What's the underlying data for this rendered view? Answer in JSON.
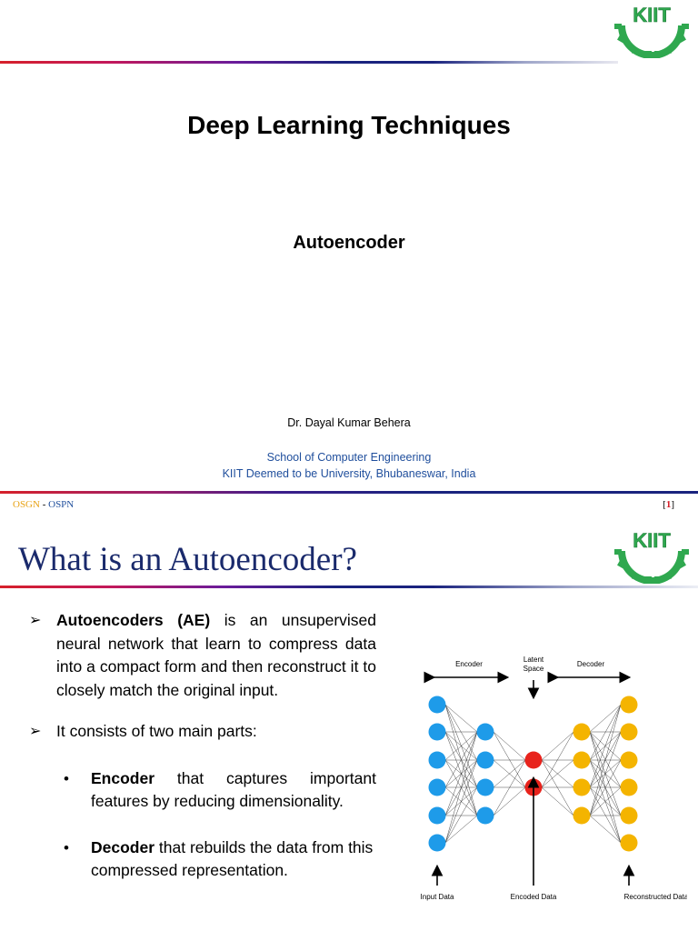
{
  "slide1": {
    "title": "Deep Learning Techniques",
    "subtitle": "Autoencoder",
    "author": "Dr. Dayal Kumar Behera",
    "school_line1": "School of Computer Engineering",
    "school_line2": "KIIT Deemed to be University, Bhubaneswar, India",
    "logo_text": "KIIT"
  },
  "slide2": {
    "footer": {
      "left_part1": "OSGN",
      "left_sep": " - ",
      "left_part2": "OSPN",
      "page_open": "[",
      "page_num": "1",
      "page_close": "]"
    },
    "title": "What is an Autoencoder?",
    "logo_text": "KIIT",
    "bullet1": {
      "bold": "Autoencoders (AE)",
      "text": " is an unsupervised neural network that learn to compress data into a compact form and then reconstruct it to closely match the original input."
    },
    "bullet2": {
      "text": "It consists of two main parts:"
    },
    "sub1": {
      "bold": "Encoder",
      "text": " that captures important features by reducing dimensionality."
    },
    "sub2": {
      "bold": "Decoder",
      "text": " that rebuilds the data from this compressed representation."
    },
    "diagram": {
      "encoder_label": "Encoder",
      "latent_label_line1": "Latent",
      "latent_label_line2": "Space",
      "decoder_label": "Decoder",
      "input_label": "Input Data",
      "encoded_label": "Encoded Data",
      "reconstructed_label": "Reconstructed Data",
      "colors": {
        "input": "#1e9be9",
        "latent": "#e8231c",
        "output": "#f4b400"
      }
    }
  }
}
